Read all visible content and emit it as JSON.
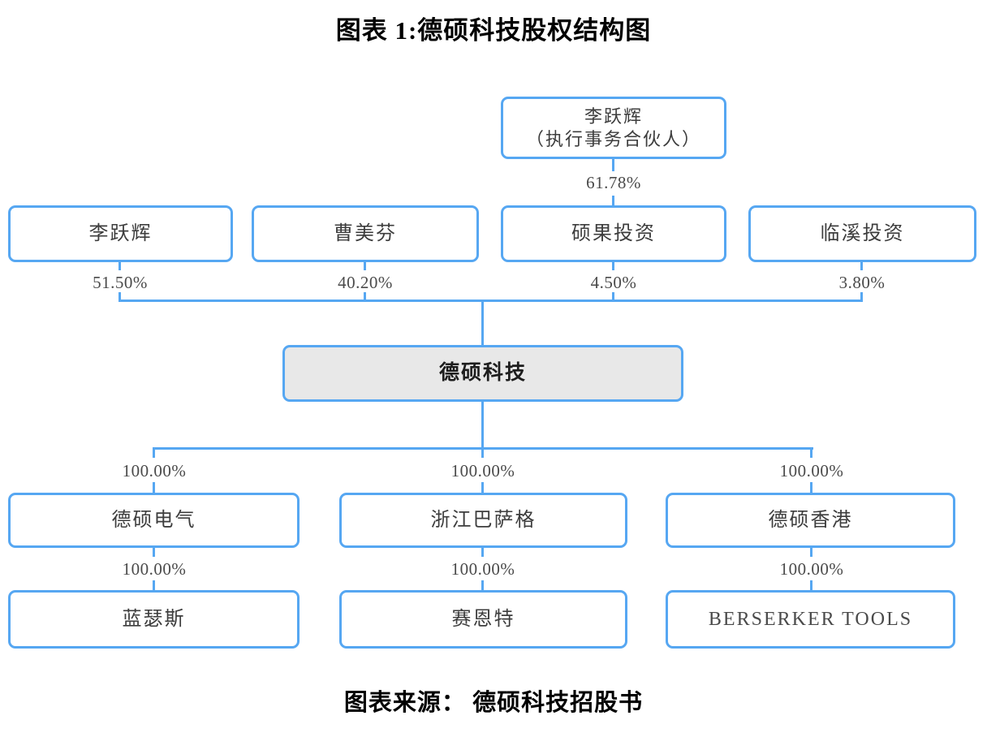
{
  "title": "图表 1:德硕科技股权结构图",
  "source": "图表来源： 德硕科技招股书",
  "colors": {
    "line_blue": "#56a7f2",
    "company_fill": "#e8e8e8",
    "node_text": "#3d3d3d",
    "pct_text": "#4a4a4a"
  },
  "chart": {
    "type": "org-structure-diagram",
    "top_node": {
      "name": "李跃辉",
      "subtitle": "（执行事务合伙人）",
      "pct": "61.78%"
    },
    "shareholders": [
      {
        "name": "李跃辉",
        "pct": "51.50%"
      },
      {
        "name": "曹美芬",
        "pct": "40.20%"
      },
      {
        "name": "硕果投资",
        "pct": "4.50%"
      },
      {
        "name": "临溪投资",
        "pct": "3.80%"
      }
    ],
    "company": {
      "name": "德硕科技"
    },
    "subsidiaries": [
      {
        "name": "德硕电气",
        "pct": "100.00%",
        "child": {
          "name": "蓝瑟斯",
          "pct": "100.00%"
        }
      },
      {
        "name": "浙江巴萨格",
        "pct": "100.00%",
        "child": {
          "name": "赛恩特",
          "pct": "100.00%"
        }
      },
      {
        "name": "德硕香港",
        "pct": "100.00%",
        "child": {
          "name": "BERSERKER TOOLS",
          "pct": "100.00%"
        }
      }
    ]
  }
}
